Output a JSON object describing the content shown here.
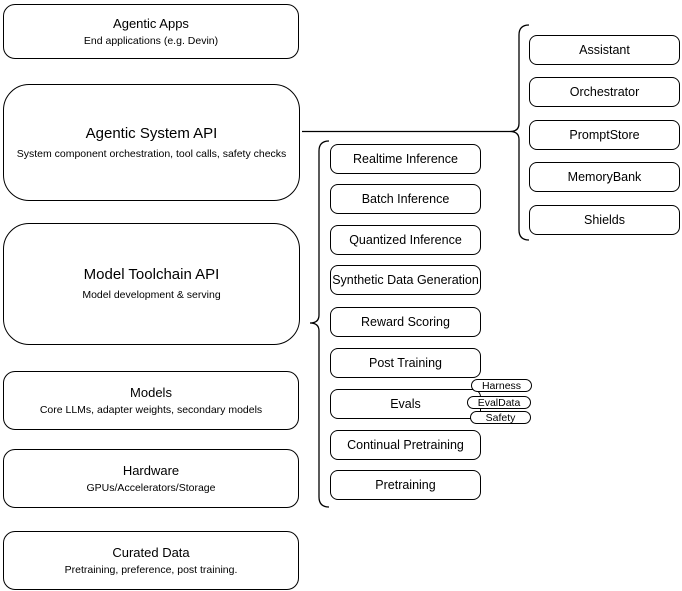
{
  "colors": {
    "stroke": "#000000",
    "fill": "#ffffff",
    "text": "#000000",
    "background": "#ffffff"
  },
  "diagram": {
    "left_stack": [
      {
        "title": "Agentic Apps",
        "subtitle": "End applications (e.g. Devin)"
      },
      {
        "title": "Agentic System API",
        "subtitle": "System component orchestration, tool calls, safety checks"
      },
      {
        "title": "Model Toolchain API",
        "subtitle": "Model development & serving"
      },
      {
        "title": "Models",
        "subtitle": "Core LLMs, adapter weights, secondary models"
      },
      {
        "title": "Hardware",
        "subtitle": "GPUs/Accelerators/Storage"
      },
      {
        "title": "Curated Data",
        "subtitle": "Pretraining, preference, post training."
      }
    ],
    "toolchain_items": [
      "Realtime Inference",
      "Batch Inference",
      "Quantized Inference",
      "Synthetic Data Generation",
      "Reward Scoring",
      "Post Training",
      "Evals",
      "Continual Pretraining",
      "Pretraining"
    ],
    "eval_tags": [
      "Harness",
      "EvalData",
      "Safety"
    ],
    "agentic_components": [
      "Assistant",
      "Orchestrator",
      "PromptStore",
      "MemoryBank",
      "Shields"
    ]
  }
}
